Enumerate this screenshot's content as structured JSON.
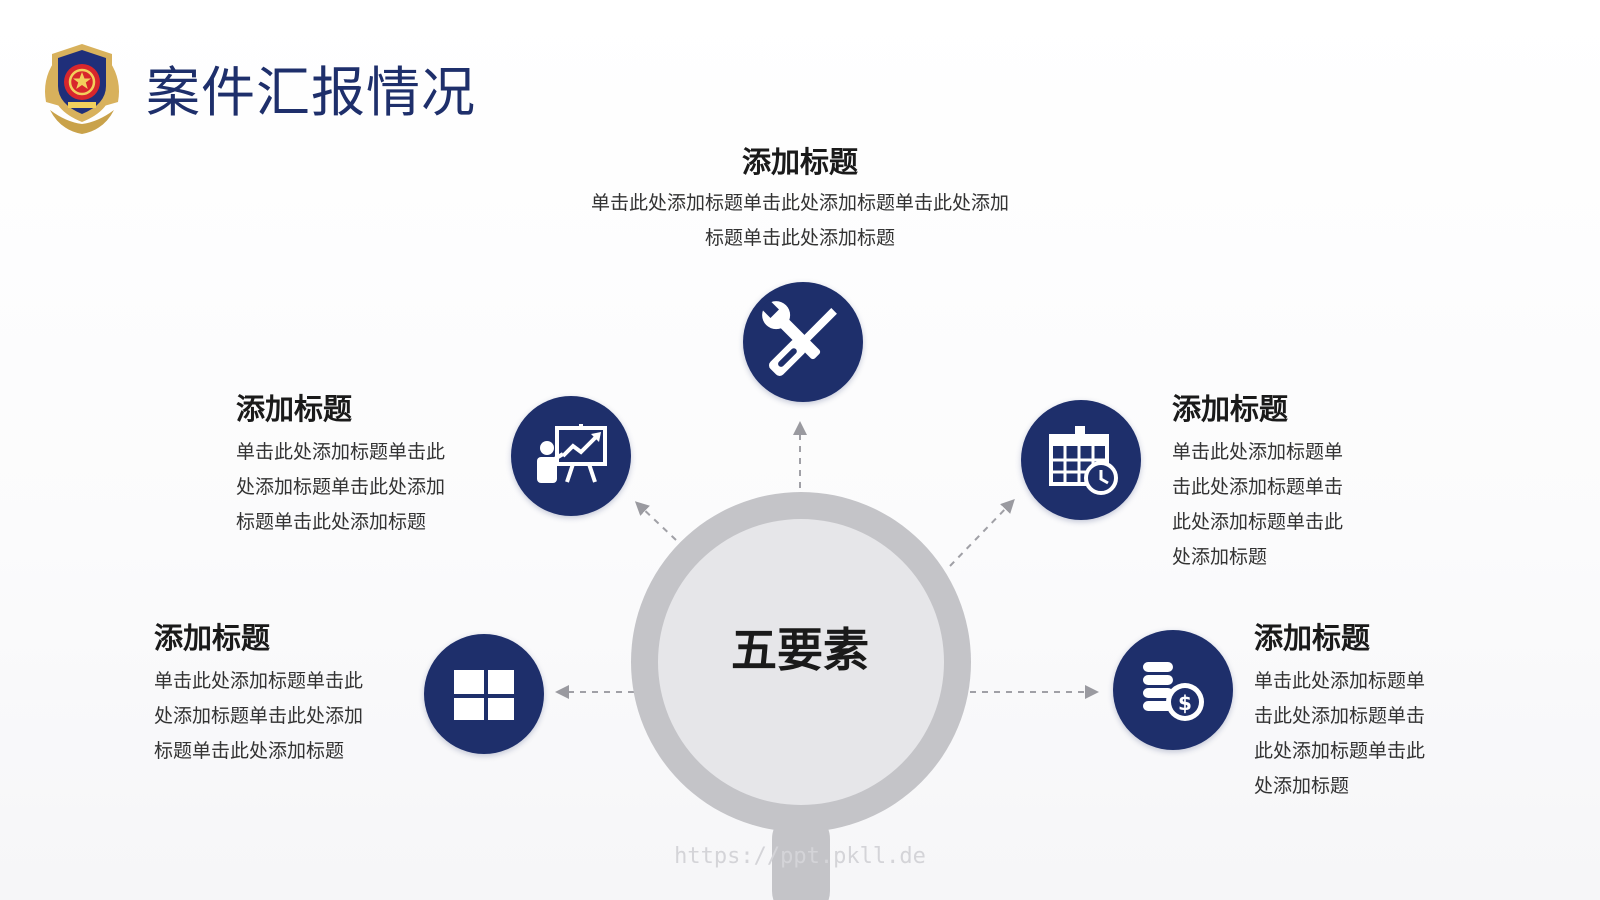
{
  "slide": {
    "title": "案件汇报情况",
    "center_label": "五要素",
    "watermark": "https://ppt.pkll.de"
  },
  "colors": {
    "navy": "#1e2f6b",
    "ring_gray": "#c4c4c8",
    "center_gray": "#e6e6e9",
    "text": "#333333"
  },
  "items": [
    {
      "id": "top",
      "icon": "tools-icon",
      "title": "添加标题",
      "lines": [
        "单击此处添加标题单击此处添加标题单击此处添加",
        "标题单击此处添加标题"
      ]
    },
    {
      "id": "upper-left",
      "icon": "presentation-chart-icon",
      "title": "添加标题",
      "lines": [
        "单击此处添加标题单击此",
        "处添加标题单击此处添加",
        "标题单击此处添加标题"
      ]
    },
    {
      "id": "lower-left",
      "icon": "grid-blocks-icon",
      "title": "添加标题",
      "lines": [
        "单击此处添加标题单击此",
        "处添加标题单击此处添加",
        "标题单击此处添加标题"
      ]
    },
    {
      "id": "upper-right",
      "icon": "calendar-clock-icon",
      "title": "添加标题",
      "lines": [
        "单击此处添加标题单",
        "击此处添加标题单击",
        "此处添加标题单击此",
        "处添加标题"
      ]
    },
    {
      "id": "lower-right",
      "icon": "coins-dollar-icon",
      "title": "添加标题",
      "lines": [
        "单击此处添加标题单",
        "击此处添加标题单击",
        "此处添加标题单击此",
        "处添加标题"
      ]
    }
  ]
}
